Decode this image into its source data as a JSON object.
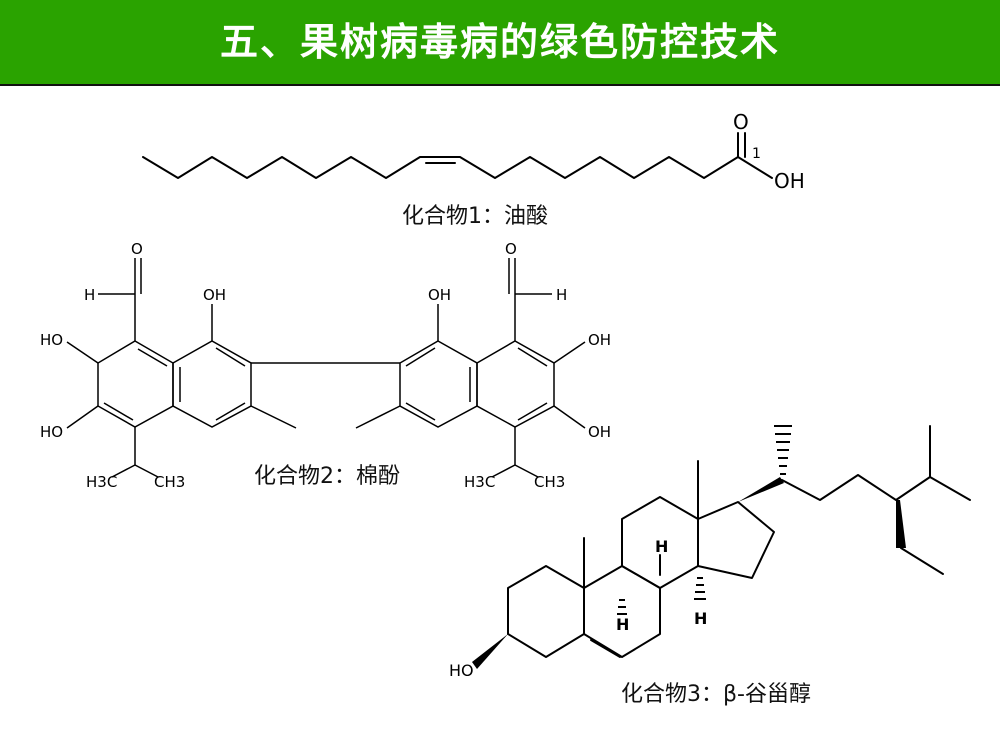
{
  "slide": {
    "title": "五、果树病毒病的绿色防控技术",
    "header_color": "#2aa300"
  },
  "compounds": [
    {
      "caption": "化合物1：油酸",
      "atoms": {
        "o_top": "O",
        "oh": "OH",
        "locant": "1"
      }
    },
    {
      "caption": "化合物2：棉酚",
      "atoms": {
        "h_left": "H",
        "o_left": "O",
        "oh_top_left": "OH",
        "ho_1": "HO",
        "ho_2": "HO",
        "h3c_left": "H3C",
        "ch3_left": "CH3",
        "o_right": "O",
        "h_right": "H",
        "oh_top_right": "OH",
        "oh_1": "OH",
        "oh_2": "OH",
        "h3c_right": "H3C",
        "ch3_right": "CH3"
      }
    },
    {
      "caption": "化合物3：β-谷甾醇",
      "atoms": {
        "ho": "HO",
        "h1": "H",
        "h2": "H",
        "h3": "H"
      }
    }
  ]
}
